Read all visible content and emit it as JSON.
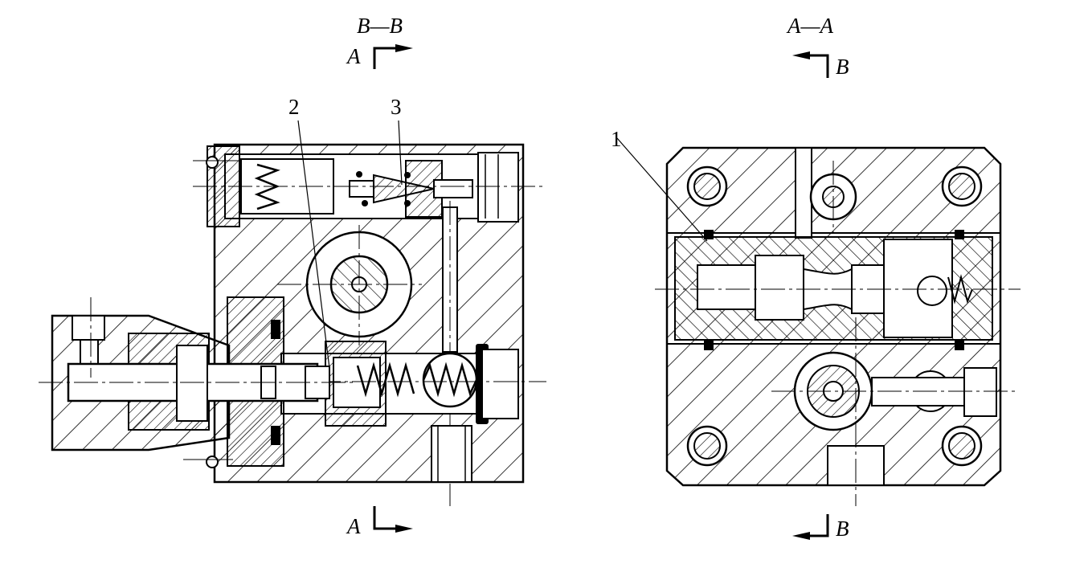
{
  "left_view": {
    "title": "B—B",
    "cut_top": "A",
    "cut_bottom": "A",
    "callouts": [
      "2",
      "3"
    ]
  },
  "right_view": {
    "title": "A—A",
    "cut_top": "B",
    "cut_bottom": "B",
    "callouts": [
      "1"
    ]
  },
  "colors": {
    "ink": "#000000",
    "paper": "#ffffff"
  }
}
